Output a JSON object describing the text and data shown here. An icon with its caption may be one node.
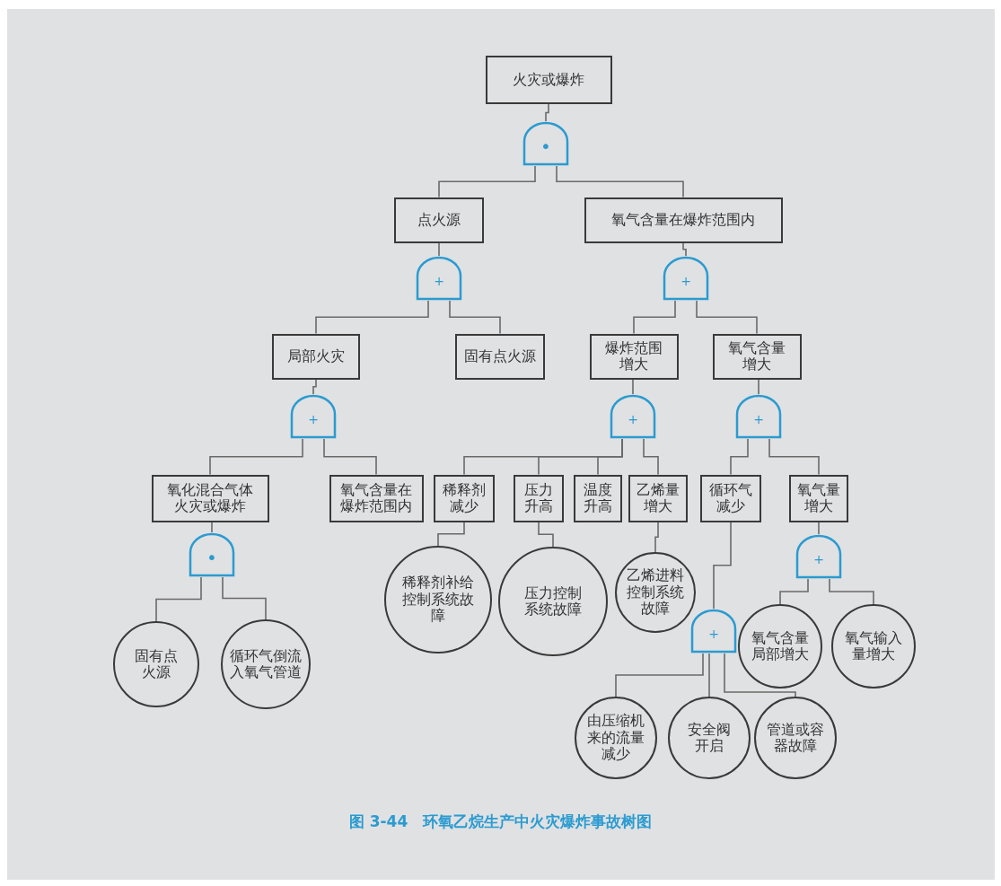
{
  "diagram": {
    "caption": "图 3-44　环氧乙烷生产中火灾爆炸事故树图",
    "nodes": [
      {
        "text": [
          "火灾或爆炸"
        ]
      },
      {
        "text": [
          "•"
        ]
      },
      {
        "text": [
          "点火源"
        ]
      },
      {
        "text": [
          "氧气含量在爆炸范围内"
        ]
      },
      {
        "text": [
          "+"
        ]
      },
      {
        "text": [
          "+"
        ]
      },
      {
        "text": [
          "局部火灾"
        ]
      },
      {
        "text": [
          "固有点火源"
        ]
      },
      {
        "text": [
          "爆炸范围增大"
        ]
      },
      {
        "text": [
          "氧气含量增大"
        ]
      },
      {
        "text": [
          "+"
        ]
      },
      {
        "text": [
          "+"
        ]
      },
      {
        "text": [
          "+"
        ]
      },
      {
        "text": [
          "氧化混合气体火灾或爆炸"
        ]
      },
      {
        "text": [
          "氧气含量在爆炸范围内"
        ]
      },
      {
        "text": [
          "稀释剂减少"
        ]
      },
      {
        "text": [
          "压力升高"
        ]
      },
      {
        "text": [
          "温度升高"
        ]
      },
      {
        "text": [
          "乙烯量增大"
        ]
      },
      {
        "text": [
          "循环气减少"
        ]
      },
      {
        "text": [
          "氧气量增大"
        ]
      },
      {
        "text": [
          "•"
        ]
      },
      {
        "text": [
          "+"
        ]
      },
      {
        "text": [
          "稀释剂补给控制系统故障"
        ]
      },
      {
        "text": [
          "压力控制系统故障"
        ]
      },
      {
        "text": [
          "乙烯进料控制系统故障"
        ]
      },
      {
        "text": [
          "+"
        ]
      },
      {
        "text": [
          "固有点火源"
        ]
      },
      {
        "text": [
          "循环气倒流入氧气管道"
        ]
      },
      {
        "text": [
          "氧气含量局部增大"
        ]
      },
      {
        "text": [
          "氧气输入量增大"
        ]
      },
      {
        "text": [
          "由压缩机来的流量减少"
        ]
      },
      {
        "text": [
          "安全阀开启"
        ]
      },
      {
        "text": [
          "管道或容器故障"
        ]
      }
    ],
    "edges": [
      {
        "from": 0,
        "to": 1,
        "arrow": "none"
      },
      {
        "from": 1,
        "to": 2,
        "arrow": "none"
      },
      {
        "from": 1,
        "to": 3,
        "arrow": "none"
      },
      {
        "from": 2,
        "to": 4,
        "arrow": "none"
      },
      {
        "from": 3,
        "to": 5,
        "arrow": "none"
      },
      {
        "from": 4,
        "to": 6,
        "arrow": "none"
      },
      {
        "from": 4,
        "to": 7,
        "arrow": "none"
      },
      {
        "from": 5,
        "to": 8,
        "arrow": "none"
      },
      {
        "from": 5,
        "to": 9,
        "arrow": "none"
      },
      {
        "from": 6,
        "to": 10,
        "arrow": "none"
      },
      {
        "from": 8,
        "to": 11,
        "arrow": "none"
      },
      {
        "from": 9,
        "to": 12,
        "arrow": "none"
      },
      {
        "from": 10,
        "to": 13,
        "arrow": "none"
      },
      {
        "from": 10,
        "to": 14,
        "arrow": "none"
      },
      {
        "from": 11,
        "to": 15,
        "arrow": "none"
      },
      {
        "from": 11,
        "to": 16,
        "arrow": "none"
      },
      {
        "from": 11,
        "to": 17,
        "arrow": "none"
      },
      {
        "from": 11,
        "to": 18,
        "arrow": "none"
      },
      {
        "from": 12,
        "to": 19,
        "arrow": "none"
      },
      {
        "from": 12,
        "to": 20,
        "arrow": "none"
      },
      {
        "from": 13,
        "to": 21,
        "arrow": "none"
      },
      {
        "from": 21,
        "to": 27,
        "arrow": "none"
      },
      {
        "from": 21,
        "to": 28,
        "arrow": "none"
      },
      {
        "from": 15,
        "to": 23,
        "arrow": "none"
      },
      {
        "from": 16,
        "to": 24,
        "arrow": "none"
      },
      {
        "from": 18,
        "to": 25,
        "arrow": "none"
      },
      {
        "from": 19,
        "to": 26,
        "arrow": "none"
      },
      {
        "from": 20,
        "to": 22,
        "arrow": "none"
      },
      {
        "from": 22,
        "to": 29,
        "arrow": "none"
      },
      {
        "from": 22,
        "to": 30,
        "arrow": "none"
      },
      {
        "from": 26,
        "to": 31,
        "arrow": "none"
      },
      {
        "from": 26,
        "to": 32,
        "arrow": "none"
      },
      {
        "from": 26,
        "to": 33,
        "arrow": "none"
      }
    ]
  }
}
